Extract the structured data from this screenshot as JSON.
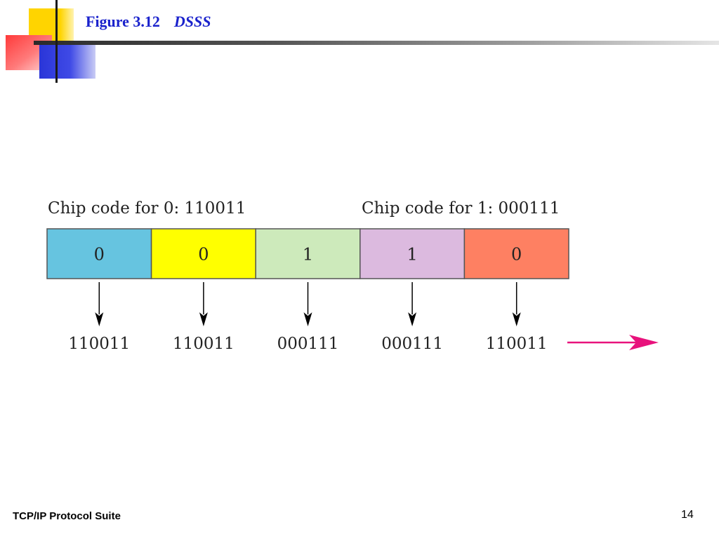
{
  "slide": {
    "figure_label": "Figure 3.12",
    "figure_name": "DSSS",
    "footer_left": "TCP/IP Protocol Suite",
    "page_number": "14"
  },
  "diagram": {
    "chip_code_0": "Chip code for 0: 110011",
    "chip_code_1": "Chip code for 1: 000111",
    "bits": [
      {
        "bit": "0",
        "color": "#66c4e0",
        "code": "110011"
      },
      {
        "bit": "0",
        "color": "#ffff00",
        "code": "110011"
      },
      {
        "bit": "1",
        "color": "#cdeabb",
        "code": "000111"
      },
      {
        "bit": "1",
        "color": "#dcbadf",
        "code": "000111"
      },
      {
        "bit": "0",
        "color": "#fe8062",
        "code": "110011"
      }
    ],
    "arrow_color": "#e8127c",
    "line_color": "#000000"
  }
}
